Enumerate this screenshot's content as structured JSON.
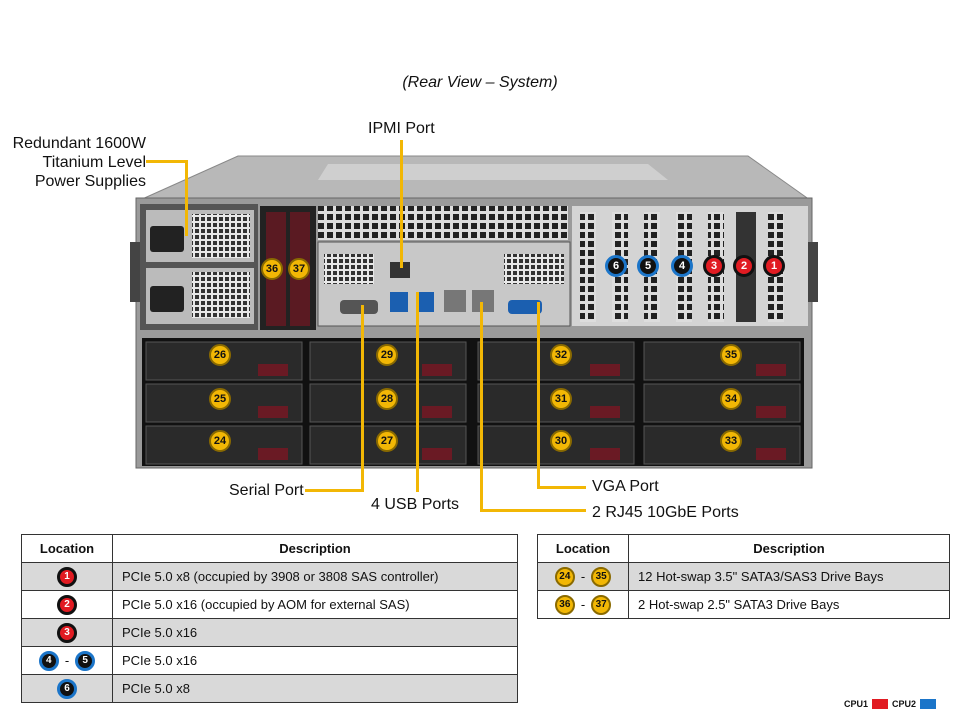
{
  "subtitle": "(Rear View – System)",
  "callouts": {
    "psu": [
      "Redundant 1600W",
      "Titanium Level",
      "Power Supplies"
    ],
    "ipmi": "IPMI Port",
    "serial": "Serial Port",
    "usb": "4 USB Ports",
    "vga": "VGA Port",
    "rj45": "2 RJ45 10GbE Ports"
  },
  "colors": {
    "accent": "#f2b705",
    "cpu1": "#e11b22",
    "cpu2": "#1b75c9"
  },
  "slot_badges": [
    "6",
    "5",
    "4",
    "3",
    "2",
    "1"
  ],
  "slot_cpu": [
    "cpu2",
    "cpu2",
    "cpu2",
    "cpu1",
    "cpu1",
    "cpu1"
  ],
  "small_bays": [
    "36",
    "37"
  ],
  "drive_bays": [
    [
      "26",
      "29",
      "32",
      "35"
    ],
    [
      "25",
      "28",
      "31",
      "34"
    ],
    [
      "24",
      "27",
      "30",
      "33"
    ]
  ],
  "table_left": {
    "headers": [
      "Location",
      "Description"
    ],
    "rows": [
      {
        "loc": [
          "1"
        ],
        "cpu": "cpu1",
        "desc": "PCIe 5.0 x8 (occupied by 3908 or 3808 SAS controller)"
      },
      {
        "loc": [
          "2"
        ],
        "cpu": "cpu1",
        "desc": "PCIe 5.0 x16 (occupied by AOM for external SAS)"
      },
      {
        "loc": [
          "3"
        ],
        "cpu": "cpu1",
        "desc": "PCIe 5.0 x16"
      },
      {
        "loc": [
          "4",
          "5"
        ],
        "cpu": "cpu2",
        "desc": "PCIe 5.0 x16"
      },
      {
        "loc": [
          "6"
        ],
        "cpu": "cpu2",
        "desc": "PCIe 5.0 x8"
      }
    ]
  },
  "table_right": {
    "headers": [
      "Location",
      "Description"
    ],
    "rows": [
      {
        "loc": [
          "24",
          "35"
        ],
        "cpu": "bay",
        "desc": "12 Hot-swap 3.5\" SATA3/SAS3 Drive Bays"
      },
      {
        "loc": [
          "36",
          "37"
        ],
        "cpu": "bay",
        "desc": "2 Hot-swap 2.5\" SATA3 Drive  Bays"
      }
    ]
  },
  "range_sep": "-",
  "legend": {
    "cpu1": "CPU1",
    "cpu2": "CPU2"
  }
}
